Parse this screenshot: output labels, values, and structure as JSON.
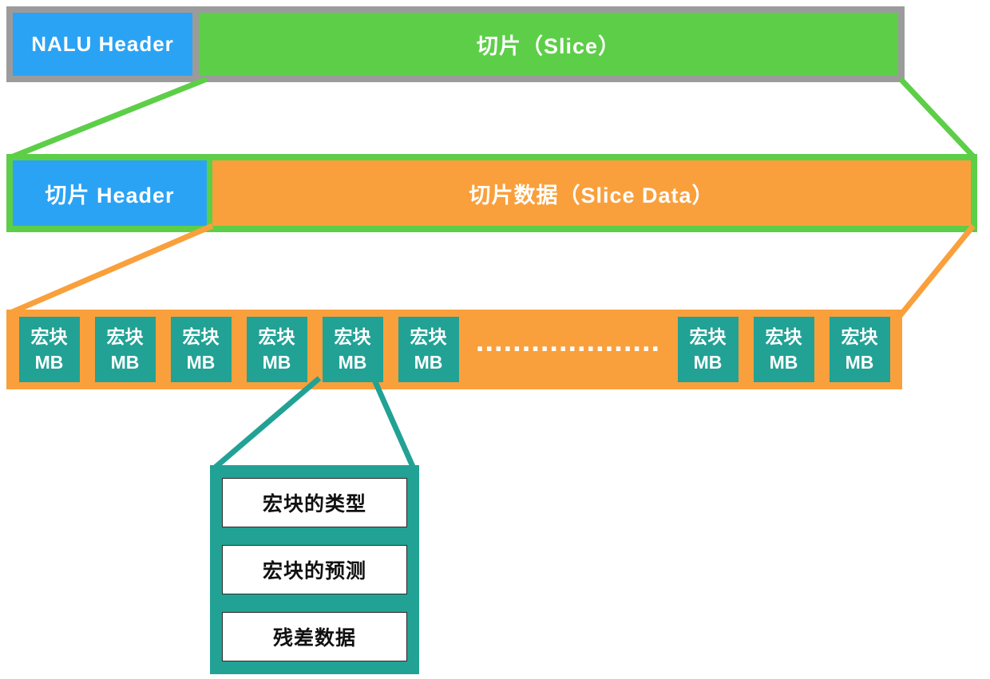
{
  "colors": {
    "gray_frame": "#9b9b9b",
    "blue_header": "#2ba3f4",
    "green_slice": "#5dce48",
    "orange_data": "#f9a03c",
    "teal_macroblock": "#21a295",
    "white_text": "#ffffff",
    "black_text": "#111111"
  },
  "nalu_row": {
    "header_label": "NALU Header",
    "slice_label": "切片（Slice）"
  },
  "slice_row": {
    "header_label": "切片 Header",
    "data_label": "切片数据（Slice Data）"
  },
  "macroblock_row": {
    "block_line1": "宏块",
    "block_line2": "MB",
    "left_count": 6,
    "right_count": 3,
    "ellipsis": "...................."
  },
  "macroblock_detail": {
    "items": [
      "宏块的类型",
      "宏块的预测",
      "残差数据"
    ]
  }
}
